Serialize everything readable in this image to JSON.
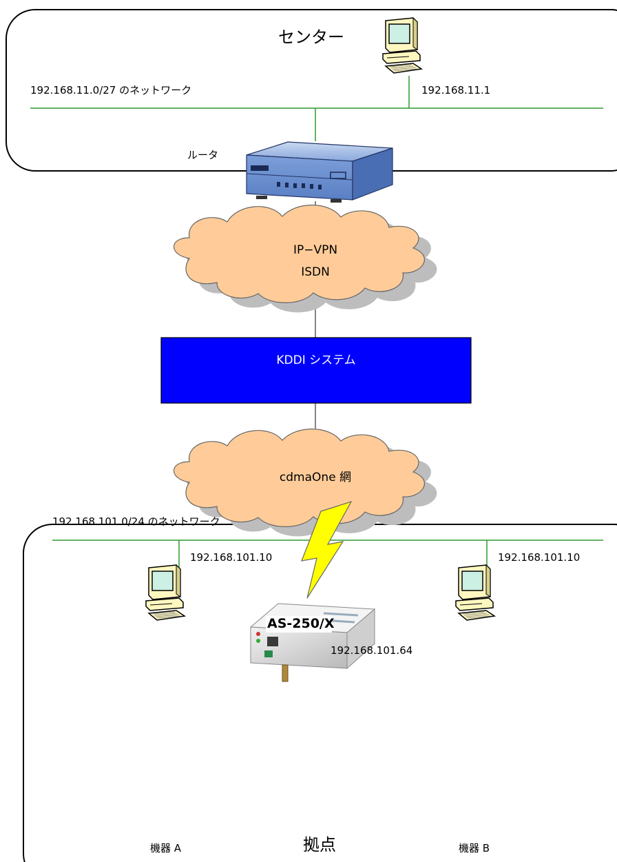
{
  "center": {
    "title": "センター",
    "network_label": "192.168.11.0/27 のネットワーク",
    "pc_ip": "192.168.11.1",
    "router_label": "ルータ"
  },
  "cloud_ipvpn": {
    "line1": "IP−VPN",
    "line2": "ISDN"
  },
  "kddi": {
    "label": "KDDI システム",
    "color": "#0000ff"
  },
  "cloud_cdma": {
    "label": "cdmaOne 網"
  },
  "site": {
    "title": "拠点",
    "device_label": "AS-250/X",
    "device_ip": "192.168.101.64",
    "network_label": "192.168.101.0/24 のネットワーク",
    "pc_a_ip": "192.168.101.10",
    "pc_b_ip": "192.168.101.10",
    "pc_a_label": "機器 A",
    "pc_b_label": "機器 B"
  },
  "colors": {
    "network_line": "#2e9a2e",
    "cloud_fill": "#ffcc99",
    "lightning": "#ffff00"
  }
}
